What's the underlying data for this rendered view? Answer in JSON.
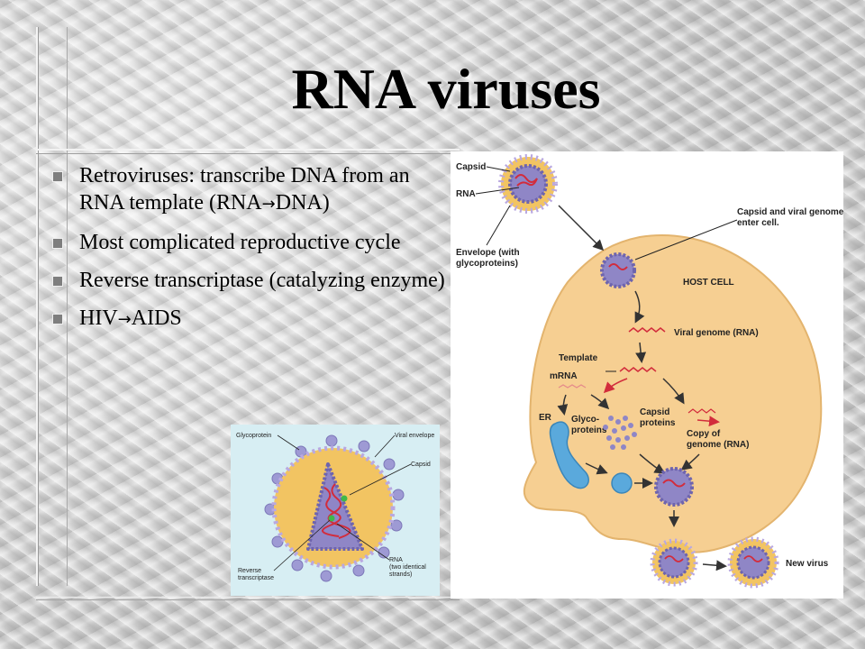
{
  "slide": {
    "title": "RNA viruses",
    "bullets": [
      {
        "pre": "Retroviruses: transcribe DNA from an RNA template (RNA",
        "post": "DNA)"
      },
      {
        "pre": "Most complicated reproductive cycle",
        "post": ""
      },
      {
        "pre": "Reverse transcriptase (catalyzing enzyme)",
        "post": ""
      },
      {
        "pre": "HIV",
        "post": "AIDS"
      }
    ],
    "arrow_glyph": "→"
  },
  "cycle_diagram": {
    "capsid": "Capsid",
    "rna": "RNA",
    "envelope_line1": "Envelope (with",
    "envelope_line2": "glycoproteins)",
    "enter_line1": "Capsid and viral genome",
    "enter_line2": "enter cell.",
    "host_cell": "HOST CELL",
    "viral_genome": "Viral genome (RNA)",
    "template": "Template",
    "mrna": "mRNA",
    "er": "ER",
    "glyco_line1": "Glyco-",
    "glyco_line2": "proteins",
    "capsid_proteins_line1": "Capsid",
    "capsid_proteins_line2": "proteins",
    "copy_line1": "Copy of",
    "copy_line2": "genome (RNA)",
    "new_virus": "New virus"
  },
  "hiv_diagram": {
    "glycoprotein": "Glycoprotein",
    "viral_envelope": "Viral envelope",
    "capsid": "Capsid",
    "rna": "RNA",
    "rna_note_line1": "(two identical",
    "rna_note_line2": "strands)",
    "rt_line1": "Reverse",
    "rt_line2": "transcriptase"
  },
  "colors": {
    "host_cell": "#f6cf92",
    "capsid": "#8f86c6",
    "envelope": "#f2c462",
    "rna": "#d22c3c",
    "er": "#5aa9dc"
  }
}
